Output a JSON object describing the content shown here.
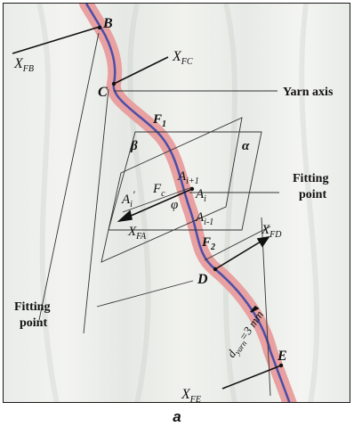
{
  "labels": {
    "B": "B",
    "X_FB": "X",
    "X_FB_sub": "FB",
    "X_FC": "X",
    "X_FC_sub": "FC",
    "C": "C",
    "yarn_axis": "Yarn axis",
    "F1": "F",
    "F1_sub": "1",
    "beta": "β",
    "alpha": "α",
    "A_i1": "A",
    "A_i1_sub": "i+1",
    "A_i_prime": "A",
    "A_i_prime_sub": "i",
    "A_i_prime_mark": "′",
    "F_c": "F",
    "F_c_sub": "c",
    "A_i": "A",
    "A_i_sub": "i",
    "phi": "φ",
    "A_im1": "A",
    "A_im1_sub": "i-1",
    "X_FA": "X",
    "X_FA_sub": "FA",
    "F2": "F",
    "F2_sub": "2",
    "X_FD": "X",
    "X_FD_sub": "FD",
    "fitting_point_right_1": "Fitting",
    "fitting_point_right_2": "point",
    "D": "D",
    "fitting_point_left_1": "Fitting",
    "fitting_point_left_2": "point",
    "d_yarn": "d",
    "d_yarn_sub": "yarn",
    "d_yarn_value": "=3 mm",
    "E": "E",
    "X_FE": "X",
    "X_FE_sub": "FE"
  },
  "caption": "a",
  "colors": {
    "yarn_fill": "#e8a0a0",
    "yarn_edge": "#d77c7c",
    "yarn_axis": "#4a4fa8",
    "lines": "#333333"
  }
}
